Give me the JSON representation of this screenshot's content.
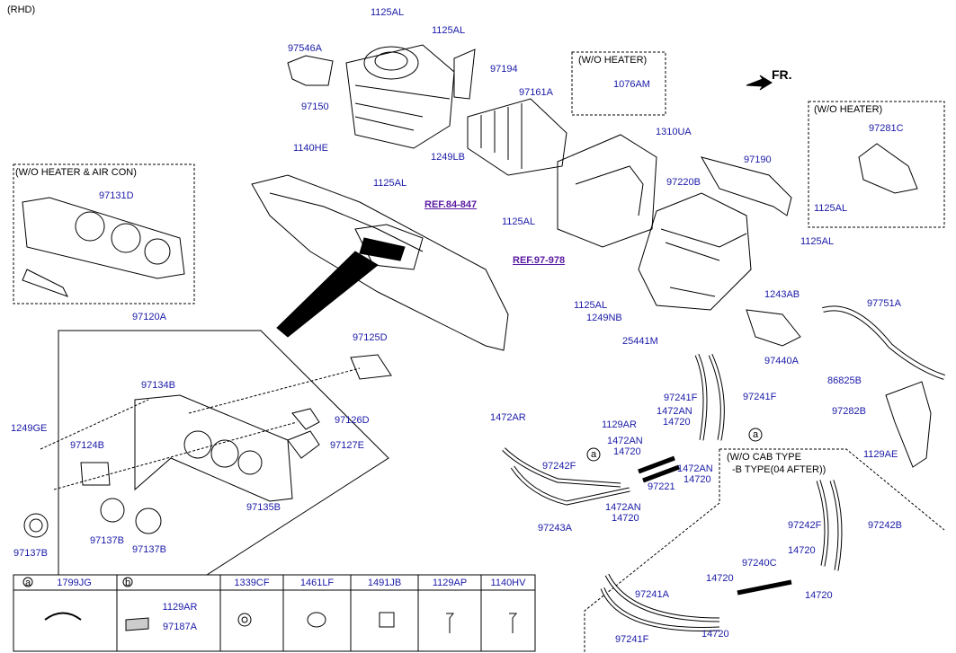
{
  "header": {
    "variant": "(RHD)",
    "direction": "FR."
  },
  "boxes": {
    "wo_heater_aircon": "(W/O HEATER & AIR CON)",
    "wo_heater_top": "(W/O HEATER)",
    "wo_heater_right": "(W/O HEATER)",
    "wo_cab_line1": "(W/O CAB TYPE",
    "wo_cab_line2": "-B TYPE(04 AFTER))"
  },
  "refs": {
    "ref1": "REF.84-847",
    "ref2": "REF.97-978"
  },
  "callouts": {
    "a1": "a",
    "a2": "a"
  },
  "labels": {
    "p1125al_top": "1125AL",
    "p1125al_2": "1125AL",
    "p97546a": "97546A",
    "p97194": "97194",
    "p97150": "97150",
    "p1140he": "1140HE",
    "p1249lb": "1249LB",
    "p1125al_3": "1125AL",
    "p1076am": "1076AM",
    "p97161a": "97161A",
    "p1310ua": "1310UA",
    "p97190": "97190",
    "p1125al_4": "1125AL",
    "p97220b": "97220B",
    "p1125al_5": "1125AL",
    "p97281c": "97281C",
    "p1125al_6": "1125AL",
    "p97131d": "97131D",
    "p1243ab": "1243AB",
    "p1125al_7": "1125AL",
    "p1249nb": "1249NB",
    "p97751a": "97751A",
    "p25441m": "25441M",
    "p97440a": "97440A",
    "p97120a": "97120A",
    "p97125d": "97125D",
    "p86825b": "86825B",
    "p97282b": "97282B",
    "p97134b": "97134B",
    "p97126d": "97126D",
    "p97127e": "97127E",
    "p1249ge": "1249GE",
    "p97124b": "97124B",
    "p97135b": "97135B",
    "p97137b_1": "97137B",
    "p97137b_2": "97137B",
    "p97137b_3": "97137B",
    "p1472ar": "1472AR",
    "p97241f_1": "97241F",
    "p97241f_2": "97241F",
    "p1472an_1": "1472AN",
    "p14720_1": "14720",
    "p1129ar": "1129AR",
    "p1472an_2": "1472AN",
    "p14720_2": "14720",
    "p97242f_1": "97242F",
    "p97221": "97221",
    "p1472an_3": "1472AN",
    "p14720_3": "14720",
    "p1472an_4": "1472AN",
    "p14720_4": "14720",
    "p97243a": "97243A",
    "p1129ae": "1129AE",
    "p97242f_2": "97242F",
    "p97242b": "97242B",
    "p14720_5": "14720",
    "p97240c": "97240C",
    "p14720_6": "14720",
    "p14720_7": "14720",
    "p97241a": "97241A",
    "p97241f_3": "97241F",
    "p14720_8": "14720"
  },
  "legend": {
    "a_key": "a",
    "a_part": "1799JG",
    "b_key": "b",
    "b_part1": "1129AR",
    "b_part2": "97187A",
    "c1": "1339CF",
    "c2": "1461LF",
    "c3": "1491JB",
    "c4": "1129AP",
    "c5": "1140HV"
  }
}
